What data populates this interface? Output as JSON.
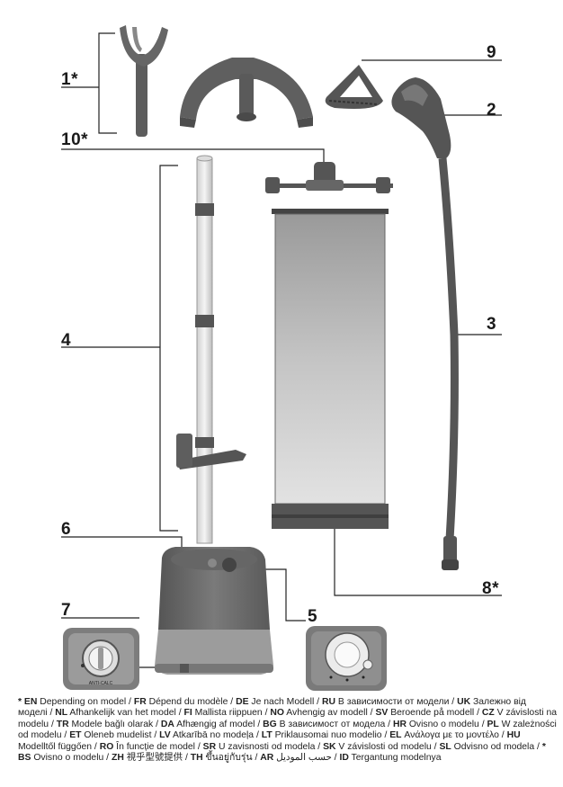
{
  "labels": {
    "l1": "1*",
    "l2": "2",
    "l3": "3",
    "l4": "4",
    "l5": "5",
    "l6": "6",
    "l7": "7",
    "l8": "8*",
    "l9": "9",
    "l10": "10*"
  },
  "dial_text": "ANTI-CALC",
  "legend": [
    {
      "code": "* EN",
      "text": "Depending on model"
    },
    {
      "code": "FR",
      "text": "Dépend du modèle"
    },
    {
      "code": "DE",
      "text": "Je nach Modell"
    },
    {
      "code": "RU",
      "text": "В зависимости от модели"
    },
    {
      "code": "UK",
      "text": "Залежно від моделі"
    },
    {
      "code": "NL",
      "text": "Afhankelijk van het model"
    },
    {
      "code": "FI",
      "text": "Mallista riippuen"
    },
    {
      "code": "NO",
      "text": "Avhengig av modell"
    },
    {
      "code": "SV",
      "text": "Beroende på modell"
    },
    {
      "code": "CZ",
      "text": "V závislosti na modelu"
    },
    {
      "code": "TR",
      "text": "Modele bağlı olarak"
    },
    {
      "code": "DA",
      "text": "Afhængig af model"
    },
    {
      "code": "BG",
      "text": "В зависимост от модела"
    },
    {
      "code": "HR",
      "text": "Ovisno o modelu"
    },
    {
      "code": "PL",
      "text": "W zależności od modelu"
    },
    {
      "code": "ET",
      "text": "Oleneb mudelist"
    },
    {
      "code": "LV",
      "text": "Atkarībā no modeļa"
    },
    {
      "code": "LT",
      "text": "Priklausomai nuo modelio"
    },
    {
      "code": "EL",
      "text": "Ανάλογα με το μοντέλο"
    },
    {
      "code": "HU",
      "text": "Modelltől függően"
    },
    {
      "code": "RO",
      "text": "În funcție de model"
    },
    {
      "code": "SR",
      "text": "U zavisnosti od modela"
    },
    {
      "code": "SK",
      "text": "V závislosti od modelu"
    },
    {
      "code": "SL",
      "text": "Odvisno od modela"
    },
    {
      "code": "* BS",
      "text": "Ovisno o modelu"
    },
    {
      "code": "ZH",
      "text": "視乎型號提供"
    },
    {
      "code": "TH",
      "text": "ขึ้นอยู่กับรุ่น"
    },
    {
      "code": "AR",
      "text": "حسب الموديل"
    },
    {
      "code": "ID",
      "text": "Tergantung modelnya"
    }
  ]
}
